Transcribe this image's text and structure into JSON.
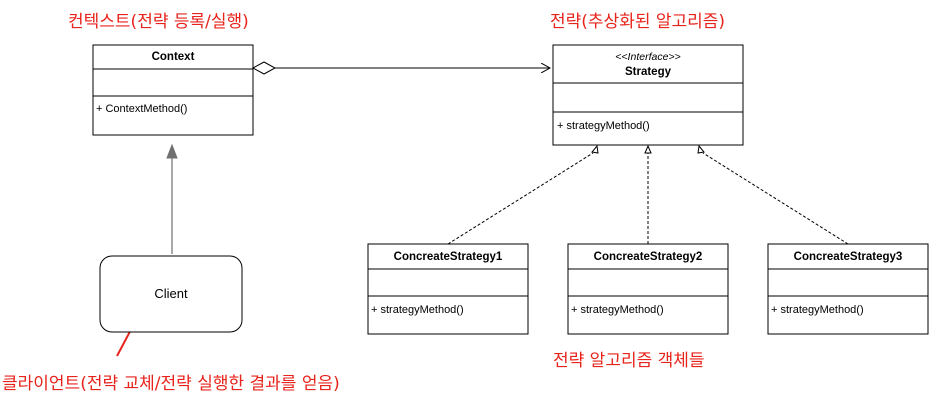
{
  "annotations": {
    "context_note": "컨텍스트(전략 등록/실행)",
    "strategy_note": "전략(추상화된 알고리즘)",
    "concrete_note": "전략 알고리즘 객체들",
    "client_note": "클라이언트(전략 교체/전략 실행한 결과를 얻음)"
  },
  "context": {
    "name": "Context",
    "method": "+ ContextMethod()"
  },
  "strategy": {
    "stereotype": "<<Interface>>",
    "name": "Strategy",
    "method": "+ strategyMethod()"
  },
  "concrete": [
    {
      "name": "ConcreateStrategy1",
      "method": "+ strategyMethod()"
    },
    {
      "name": "ConcreateStrategy2",
      "method": "+ strategyMethod()"
    },
    {
      "name": "ConcreateStrategy3",
      "method": "+ strategyMethod()"
    }
  ],
  "client": {
    "name": "Client"
  },
  "colors": {
    "annotation": "#e8231b",
    "border": "#000000",
    "inherit_arrow": "#707070"
  }
}
